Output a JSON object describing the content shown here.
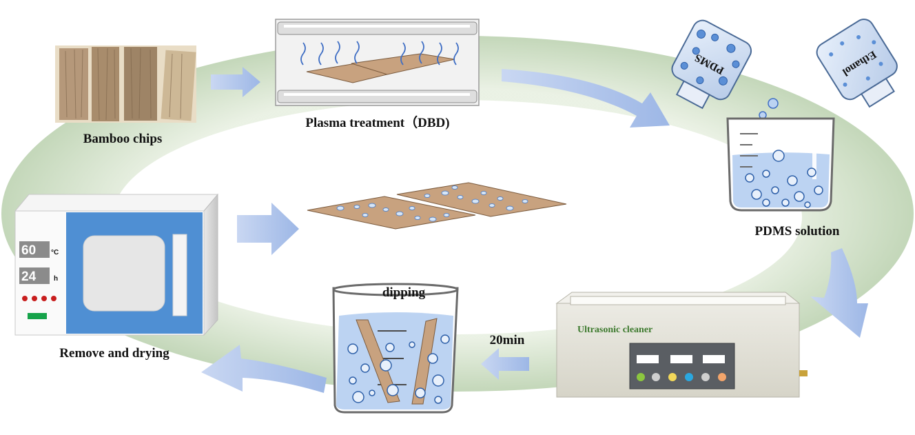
{
  "steps": {
    "bamboo_chips": "Bamboo chips",
    "plasma": "Plasma treatment（DBD)",
    "pdms_solution": "PDMS  solution",
    "ultrasonic": "Ultrasonic cleaner",
    "dipping": "dipping",
    "duration": "20min",
    "drying": "Remove and drying"
  },
  "bottles": {
    "pdms": "PDMS",
    "ethanol": "Ethanol"
  },
  "oven": {
    "temperature": "60",
    "temperature_unit": "°C",
    "time": "24",
    "time_unit": "h"
  },
  "colors": {
    "ring": "#c7d9bd",
    "arrow": "#a9c1ea",
    "oven_door": "#4f8fd3",
    "bamboo_strip": "#c8a27f",
    "water": "#bcd3f2",
    "cleaner_label": "#3d7a2e"
  }
}
